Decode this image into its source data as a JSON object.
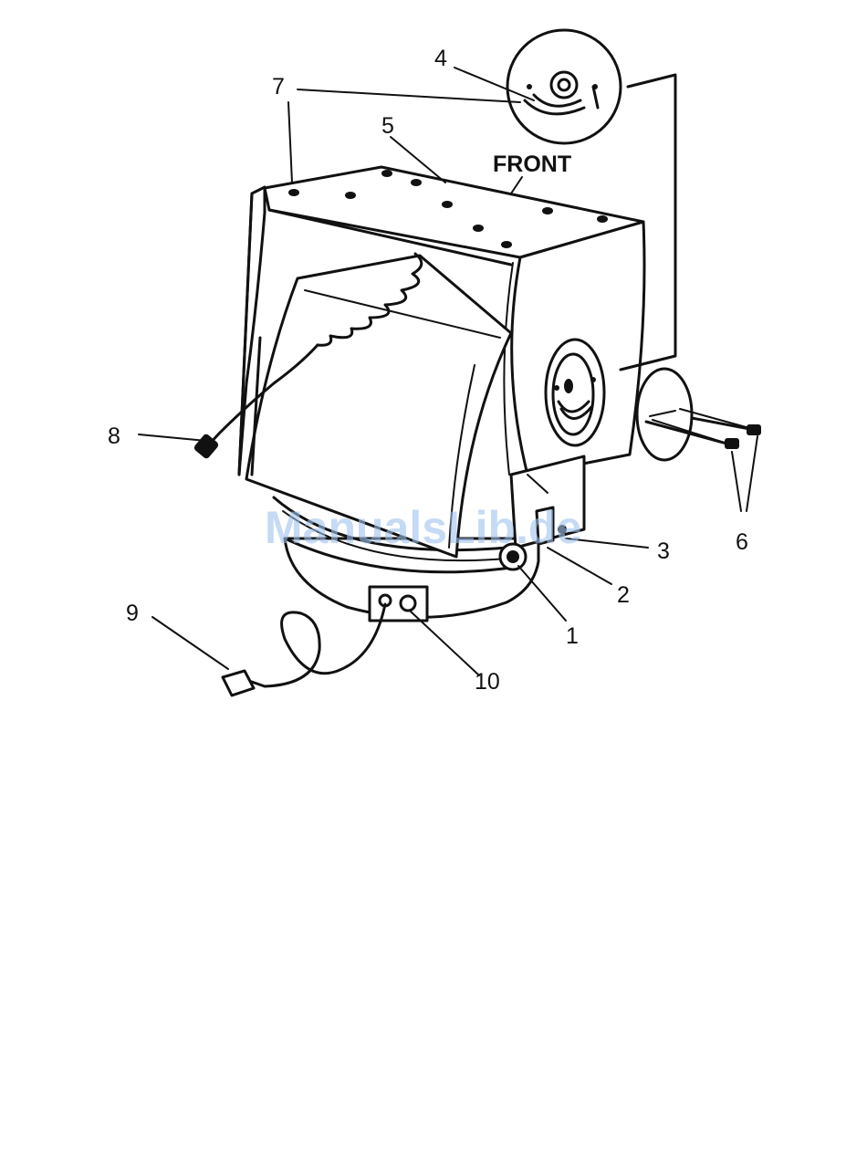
{
  "diagram": {
    "front_label": "FRONT",
    "watermark": "ManualsLib.de",
    "callouts": [
      {
        "id": "1",
        "text": "1"
      },
      {
        "id": "2",
        "text": "2"
      },
      {
        "id": "3",
        "text": "3"
      },
      {
        "id": "4",
        "text": "4"
      },
      {
        "id": "5",
        "text": "5"
      },
      {
        "id": "6",
        "text": "6"
      },
      {
        "id": "7",
        "text": "7"
      },
      {
        "id": "8",
        "text": "8"
      },
      {
        "id": "9",
        "text": "9"
      },
      {
        "id": "10",
        "text": "10"
      }
    ]
  }
}
